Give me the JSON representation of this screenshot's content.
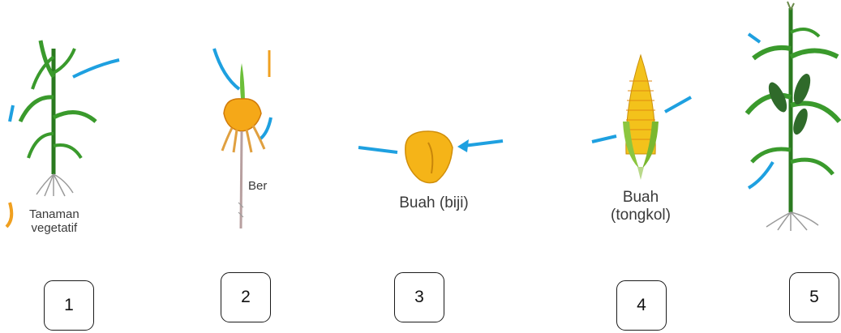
{
  "stages": [
    {
      "number": "1",
      "label_line1": "Tanaman",
      "label_line2": "vegetatif"
    },
    {
      "number": "2",
      "label_line1": "Ber",
      "label_line2": ""
    },
    {
      "number": "3",
      "label_line1": "Buah (biji)",
      "label_line2": ""
    },
    {
      "number": "4",
      "label_line1": "Buah",
      "label_line2": "(tongkol)"
    },
    {
      "number": "5",
      "label_line1": "",
      "label_line2": ""
    }
  ],
  "colors": {
    "arrow": "#1ea0e0",
    "leaf": "#3a9a2c",
    "leaf_dark": "#2a7a1f",
    "kernel": "#f5b418",
    "root": "#9a9a9a",
    "husk": "#8cc63f",
    "cob": "#f3c21b"
  }
}
